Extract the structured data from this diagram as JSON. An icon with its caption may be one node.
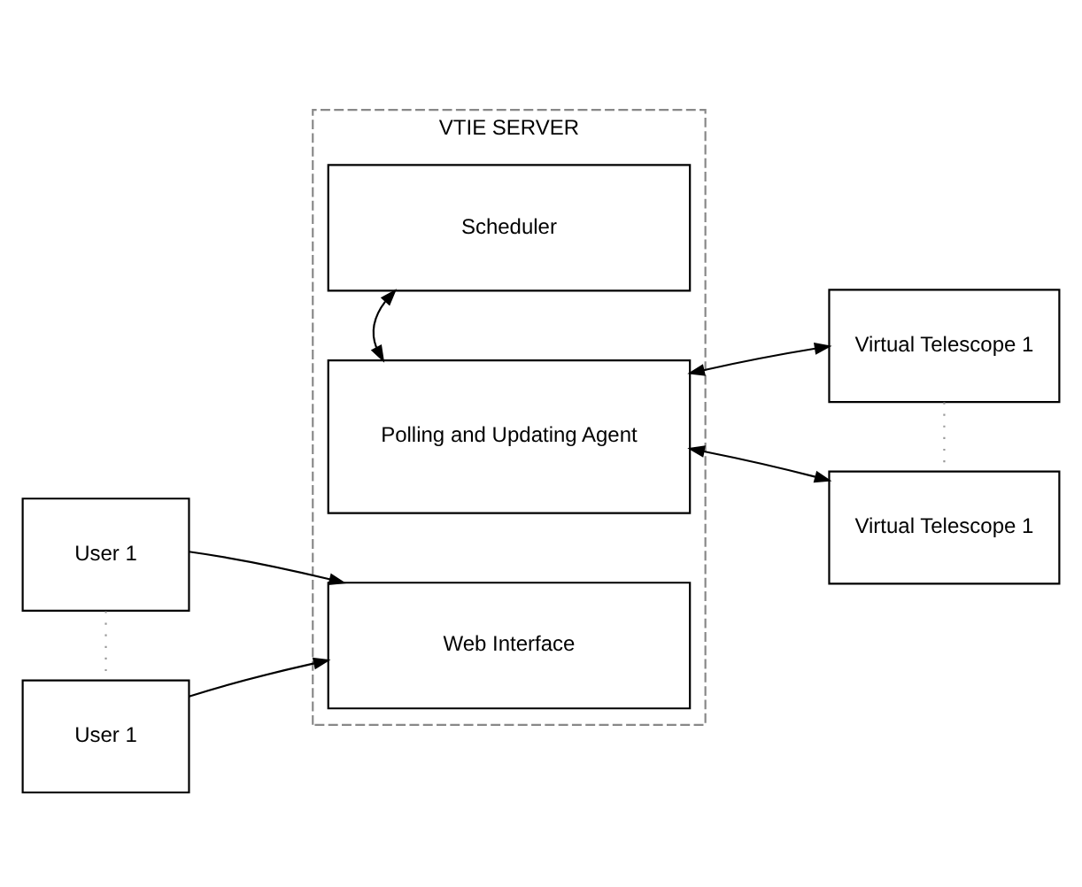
{
  "diagram": {
    "nodes": [
      {
        "text": [
          "VTIE SERVER"
        ]
      },
      {
        "text": [
          "User 1"
        ]
      },
      {
        "text": [
          "User 1"
        ]
      },
      {
        "text": [
          "Web Interface"
        ],
        "in": 0
      },
      {
        "text": [
          "Polling and Updating Agent"
        ],
        "in": 0
      },
      {
        "text": [
          "Scheduler"
        ],
        "in": 0
      },
      {
        "text": [
          "Virtual Telescope 1"
        ]
      },
      {
        "text": [
          "Virtual Telescope 1"
        ]
      }
    ],
    "edges": [
      {
        "from": 1,
        "to": 3,
        "arrow": "to"
      },
      {
        "from": 2,
        "to": 3,
        "arrow": "to"
      },
      {
        "from": 1,
        "to": 2,
        "arrow": "none",
        "style": "dashed",
        "color": "#999999"
      },
      {
        "from": 6,
        "to": 4,
        "arrow": "both"
      },
      {
        "from": 7,
        "to": 4,
        "arrow": "both"
      },
      {
        "from": 6,
        "to": 7,
        "arrow": "none",
        "style": "dashed",
        "color": "#999999"
      },
      {
        "from": 4,
        "to": 5,
        "arrow": "both"
      }
    ]
  }
}
